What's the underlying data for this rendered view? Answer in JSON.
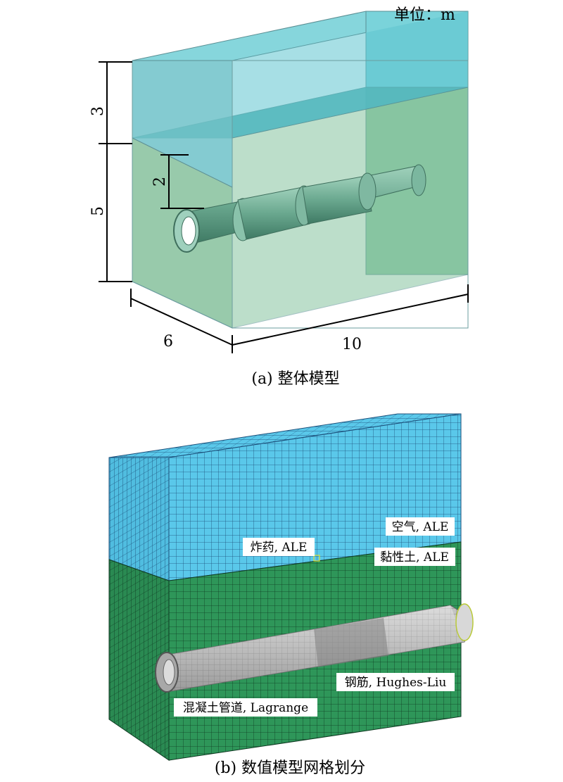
{
  "panel_a": {
    "unit_label": "单位：m",
    "dims": {
      "top_layer": "3",
      "bottom_layer": "5",
      "pipe_depth": "2",
      "depth": "6",
      "length": "10"
    },
    "caption": "(a) 整体模型"
  },
  "panel_b": {
    "labels": {
      "explosive": "炸药, ALE",
      "air": "空气, ALE",
      "clay": "黏性土, ALE",
      "pipe": "混凝土管道, Lagrange",
      "rebar": "钢筋, Hughes-Liu"
    },
    "caption": "(b) 数值模型网格划分"
  },
  "colors": {
    "air_volume": "#7fd4dc",
    "soil_volume": "#8fc7a4",
    "pipe": "#6fa892",
    "mesh_air": "#56c6ea",
    "mesh_soil": "#2f9a5c",
    "mesh_pipe": "#bcbcbc"
  }
}
